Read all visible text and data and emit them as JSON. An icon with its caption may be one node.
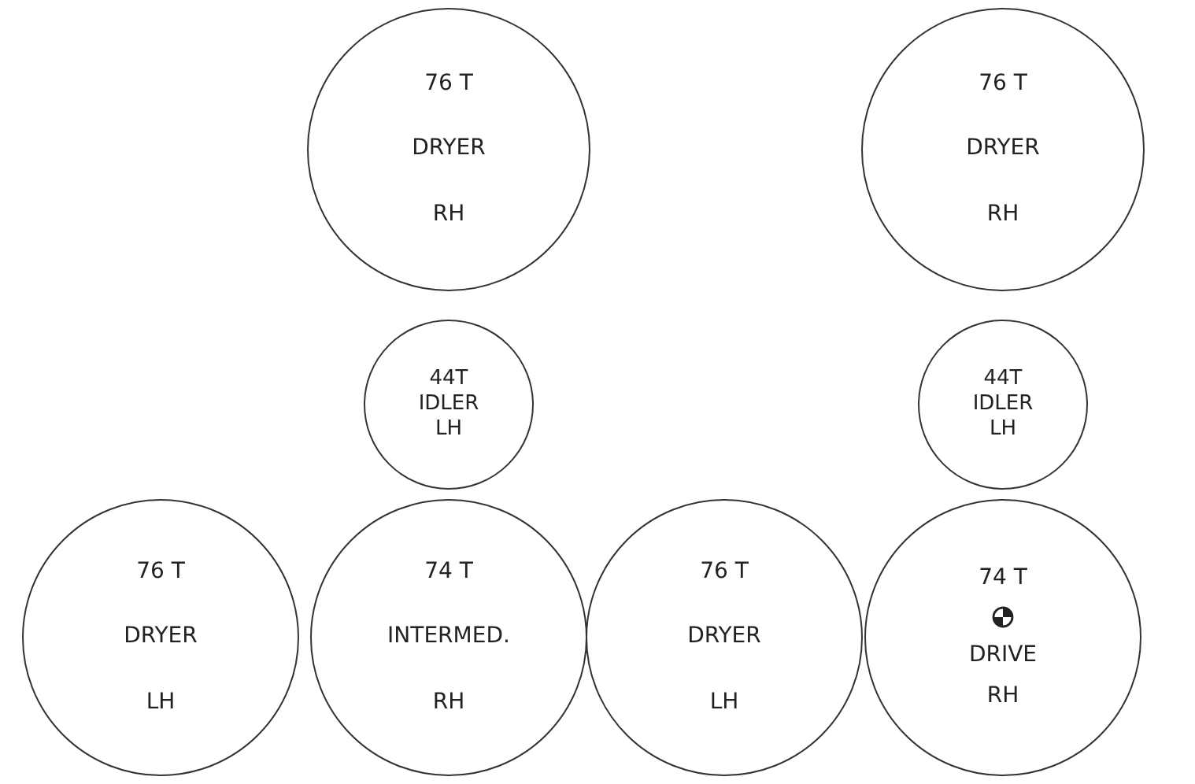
{
  "diagram": {
    "nodes": [
      {
        "text": [
          "76 T",
          "DRYER",
          "RH"
        ]
      },
      {
        "text": [
          "76 T",
          "DRYER",
          "RH"
        ]
      },
      {
        "text": [
          "44T",
          "IDLER",
          "LH"
        ]
      },
      {
        "text": [
          "44T",
          "IDLER",
          "LH"
        ]
      },
      {
        "text": [
          "76 T",
          "DRYER",
          "LH"
        ]
      },
      {
        "text": [
          "74 T",
          "INTERMED.",
          "RH"
        ]
      },
      {
        "text": [
          "76 T",
          "DRYER",
          "LH"
        ]
      },
      {
        "text": [
          "74 T",
          "DRIVE",
          "RH"
        ]
      }
    ]
  }
}
